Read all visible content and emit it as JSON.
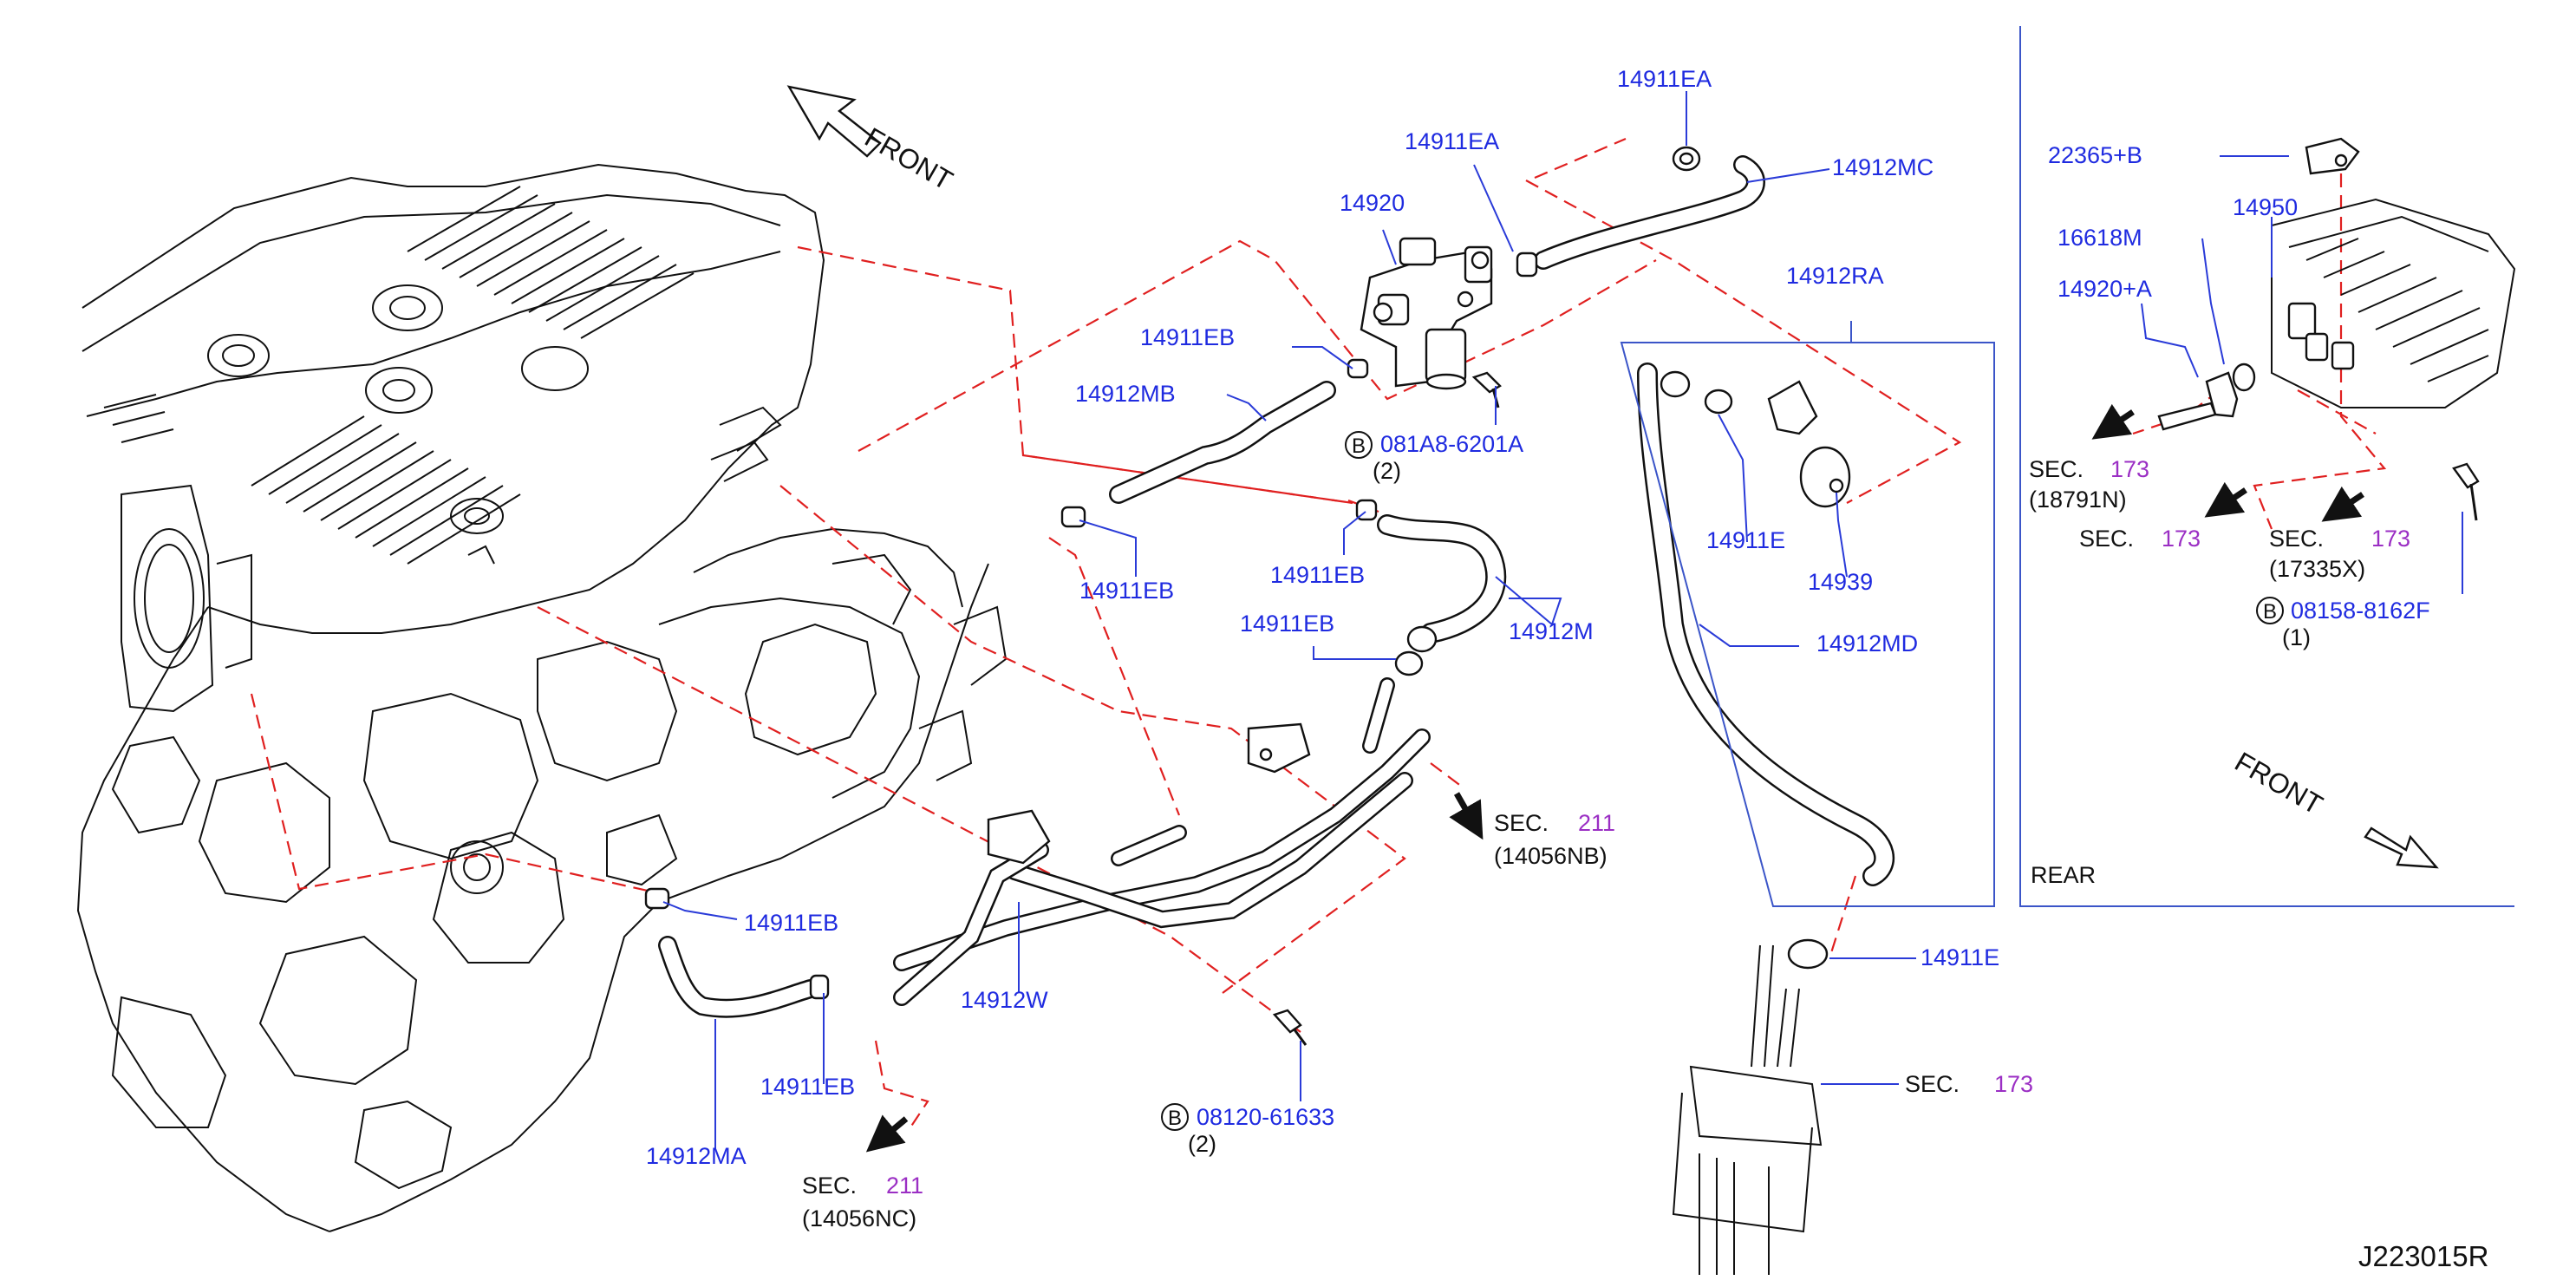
{
  "diagram_code": "J223015R",
  "front_label_main": "FRONT",
  "front_label_inset": "FRONT",
  "rear_label": "REAR",
  "bolt_marker": "B",
  "sec_prefix": "SEC.",
  "parts": {
    "p14911EA_top": "14911EA",
    "p14912MC": "14912MC",
    "p14911EA_mid": "14911EA",
    "p14920": "14920",
    "p14912RA": "14912RA",
    "p14911EB_a": "14911EB",
    "p14912MB": "14912MB",
    "p081A8": "081A8-6201A",
    "p081A8_qty": "(2)",
    "p14911EB_b": "14911EB",
    "p14911EB_c": "14911EB",
    "p14911EB_d": "14911EB",
    "p14912M": "14912M",
    "p14911E_top": "14911E",
    "p14939": "14939",
    "p14912MD": "14912MD",
    "p14911EB_e": "14911EB",
    "p14912W": "14912W",
    "p14911EB_f": "14911EB",
    "p14912MA": "14912MA",
    "p08120": "08120-61633",
    "p08120_qty": "(2)",
    "p14911E_bot": "14911E",
    "p22365": "22365+B",
    "p14950": "14950",
    "p16618M": "16618M",
    "p14920A": "14920+A",
    "p08158": "08158-8162F",
    "p08158_qty": "(1)"
  },
  "sections": {
    "s211_nb": {
      "num": "211",
      "ref": "(14056NB)"
    },
    "s211_nc": {
      "num": "211",
      "ref": "(14056NC)"
    },
    "s173_hose": {
      "num": "173"
    },
    "s173_18791N": {
      "num": "173",
      "ref": "(18791N)"
    },
    "s173_mid": {
      "num": "173"
    },
    "s173_17335X": {
      "num": "173",
      "ref": "(17335X)"
    }
  },
  "colors": {
    "part_number": "#1f2be0",
    "section_number": "#9b2fc4",
    "leader_line": "#2a3bd8",
    "dashed_guide": "#e02020",
    "outline": "#111111"
  }
}
